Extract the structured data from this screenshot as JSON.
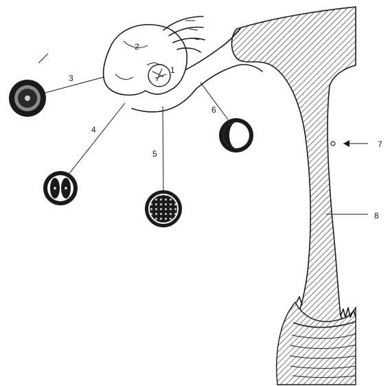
{
  "labels": {
    "l1": "1",
    "l2": "2",
    "l3": "3",
    "l4": "4",
    "l5": "5",
    "l6": "6",
    "l7": "7",
    "l8": "8"
  },
  "colors": {
    "ink": "#1a1a1a",
    "paper": "#ffffff",
    "hatch": "#2a2a2a"
  }
}
